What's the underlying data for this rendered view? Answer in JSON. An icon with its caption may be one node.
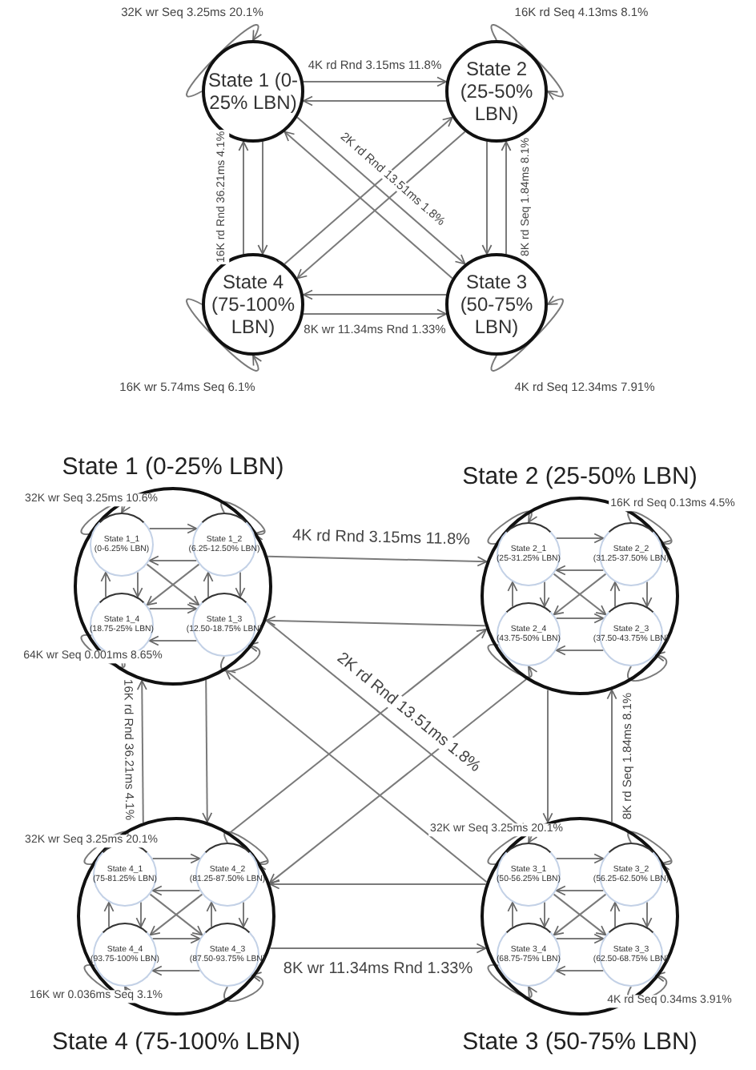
{
  "diagram": {
    "nodes": [
      {
        "text": [
          "State 1 (0-25% LBN)"
        ]
      },
      {
        "text": [
          "State 2 (25-50% LBN)"
        ]
      },
      {
        "text": [
          "State 4 (75-100% LBN)"
        ]
      },
      {
        "text": [
          "State 3 (50-75% LBN)"
        ]
      },
      {
        "text": [
          "State 1 (0-25% LBN)"
        ]
      },
      {
        "text": [
          "State 1_1",
          "(0-6.25% LBN)"
        ],
        "in": 4
      },
      {
        "text": [
          "State 1_2",
          "(6.25-12.50% LBN)"
        ],
        "in": 4
      },
      {
        "text": [
          "State 1_4",
          "(18.75-25% LBN)"
        ],
        "in": 4
      },
      {
        "text": [
          "State 1_3",
          "(12.50-18.75% LBN)"
        ],
        "in": 4
      },
      {
        "text": [
          "State 2 (25-50% LBN)"
        ]
      },
      {
        "text": [
          "State 2_1",
          "(25-31.25% LBN)"
        ],
        "in": 9
      },
      {
        "text": [
          "State 2_2",
          "(31.25-37.50% LBN)"
        ],
        "in": 9
      },
      {
        "text": [
          "State 2_4",
          "(43.75-50% LBN)"
        ],
        "in": 9
      },
      {
        "text": [
          "State 2_3",
          "(37.50-43.75% LBN)"
        ],
        "in": 9
      },
      {
        "text": [
          "State 4 (75-100% LBN)"
        ]
      },
      {
        "text": [
          "State 4_1",
          "(75-81.25% LBN)"
        ],
        "in": 14
      },
      {
        "text": [
          "State 4_2",
          "(81.25-87.50% LBN)"
        ],
        "in": 14
      },
      {
        "text": [
          "State 4_4",
          "(93.75-100% LBN)"
        ],
        "in": 14
      },
      {
        "text": [
          "State 4_3",
          "(87.50-93.75% LBN)"
        ],
        "in": 14
      },
      {
        "text": [
          "State 3 (50-75% LBN)"
        ]
      },
      {
        "text": [
          "State 3_1",
          "(50-56.25% LBN)"
        ],
        "in": 19
      },
      {
        "text": [
          "State 3_2",
          "(56.25-62.50% LBN)"
        ],
        "in": 19
      },
      {
        "text": [
          "State 3_4",
          "(68.75-75% LBN)"
        ],
        "in": 19
      },
      {
        "text": [
          "State 3_3",
          "(62.50-68.75% LBN)"
        ],
        "in": 19
      }
    ],
    "edges": [
      {
        "from": 0,
        "to": 0,
        "arrow": "to",
        "label": "32K wr Seq 3.25ms 20.1%"
      },
      {
        "from": 1,
        "to": 1,
        "arrow": "to",
        "label": "16K rd Seq 4.13ms 8.1%"
      },
      {
        "from": 0,
        "to": 1,
        "arrow": "to",
        "label": "4K rd Rnd 3.15ms 11.8%"
      },
      {
        "from": 1,
        "to": 0,
        "arrow": "to"
      },
      {
        "from": 0,
        "to": 2,
        "arrow": "to"
      },
      {
        "from": 2,
        "to": 0,
        "arrow": "to",
        "label": "16K rd Rnd 36.21ms 4.1%"
      },
      {
        "from": 0,
        "to": 3,
        "arrow": "to",
        "label": "2K rd Rnd 13.51ms 1.8%"
      },
      {
        "from": 3,
        "to": 0,
        "arrow": "to"
      },
      {
        "from": 1,
        "to": 2,
        "arrow": "to"
      },
      {
        "from": 2,
        "to": 1,
        "arrow": "to"
      },
      {
        "from": 1,
        "to": 3,
        "arrow": "to"
      },
      {
        "from": 3,
        "to": 1,
        "arrow": "to",
        "label": "8K rd Seq 1.84ms 8.1%"
      },
      {
        "from": 2,
        "to": 3,
        "arrow": "to",
        "label": "8K wr 11.34ms Rnd 1.33%"
      },
      {
        "from": 3,
        "to": 2,
        "arrow": "to"
      },
      {
        "from": 2,
        "to": 2,
        "arrow": "to",
        "label": "16K wr 5.74ms Seq 6.1%"
      },
      {
        "from": 3,
        "to": 3,
        "arrow": "to",
        "label": "4K rd Seq 12.34ms 7.91%"
      },
      {
        "from": 4,
        "to": 9,
        "arrow": "to",
        "label": "4K rd Rnd 3.15ms 11.8%"
      },
      {
        "from": 9,
        "to": 4,
        "arrow": "to"
      },
      {
        "from": 4,
        "to": 14,
        "arrow": "to"
      },
      {
        "from": 14,
        "to": 4,
        "arrow": "to",
        "label": "16K rd Rnd 36.21ms 4.1%"
      },
      {
        "from": 4,
        "to": 19,
        "arrow": "to",
        "label": "2K rd Rnd 13.51ms 1.8%"
      },
      {
        "from": 19,
        "to": 4,
        "arrow": "to"
      },
      {
        "from": 9,
        "to": 14,
        "arrow": "to"
      },
      {
        "from": 14,
        "to": 9,
        "arrow": "to"
      },
      {
        "from": 9,
        "to": 19,
        "arrow": "to"
      },
      {
        "from": 19,
        "to": 9,
        "arrow": "to",
        "label": "8K rd Seq 1.84ms 8.1%"
      },
      {
        "from": 14,
        "to": 19,
        "arrow": "to",
        "label": "8K wr 11.34ms Rnd 1.33%"
      },
      {
        "from": 19,
        "to": 14,
        "arrow": "to"
      },
      {
        "from": 5,
        "to": 6,
        "arrow": "to"
      },
      {
        "from": 6,
        "to": 5,
        "arrow": "to"
      },
      {
        "from": 5,
        "to": 7,
        "arrow": "to"
      },
      {
        "from": 7,
        "to": 5,
        "arrow": "to"
      },
      {
        "from": 6,
        "to": 8,
        "arrow": "to"
      },
      {
        "from": 8,
        "to": 6,
        "arrow": "to"
      },
      {
        "from": 7,
        "to": 8,
        "arrow": "to"
      },
      {
        "from": 8,
        "to": 7,
        "arrow": "to"
      },
      {
        "from": 5,
        "to": 8,
        "arrow": "to"
      },
      {
        "from": 6,
        "to": 7,
        "arrow": "to"
      },
      {
        "from": 5,
        "to": 5,
        "arrow": "to",
        "label": "32K wr Seq 3.25ms 10.6%"
      },
      {
        "from": 6,
        "to": 6,
        "arrow": "to"
      },
      {
        "from": 7,
        "to": 7,
        "arrow": "to",
        "label": "64K wr Seq 0.001ms 8.65%"
      },
      {
        "from": 8,
        "to": 8,
        "arrow": "to"
      },
      {
        "from": 10,
        "to": 11,
        "arrow": "to"
      },
      {
        "from": 11,
        "to": 10,
        "arrow": "to"
      },
      {
        "from": 10,
        "to": 12,
        "arrow": "to"
      },
      {
        "from": 12,
        "to": 10,
        "arrow": "to"
      },
      {
        "from": 11,
        "to": 13,
        "arrow": "to"
      },
      {
        "from": 13,
        "to": 11,
        "arrow": "to"
      },
      {
        "from": 12,
        "to": 13,
        "arrow": "to"
      },
      {
        "from": 13,
        "to": 12,
        "arrow": "to"
      },
      {
        "from": 10,
        "to": 13,
        "arrow": "to"
      },
      {
        "from": 11,
        "to": 12,
        "arrow": "to"
      },
      {
        "from": 10,
        "to": 10,
        "arrow": "to"
      },
      {
        "from": 11,
        "to": 11,
        "arrow": "to",
        "label": "16K rd Seq 0.13ms 4.5%"
      },
      {
        "from": 12,
        "to": 12,
        "arrow": "to"
      },
      {
        "from": 13,
        "to": 13,
        "arrow": "to"
      },
      {
        "from": 15,
        "to": 16,
        "arrow": "to"
      },
      {
        "from": 16,
        "to": 15,
        "arrow": "to"
      },
      {
        "from": 15,
        "to": 17,
        "arrow": "to"
      },
      {
        "from": 17,
        "to": 15,
        "arrow": "to"
      },
      {
        "from": 16,
        "to": 18,
        "arrow": "to"
      },
      {
        "from": 18,
        "to": 16,
        "arrow": "to"
      },
      {
        "from": 17,
        "to": 18,
        "arrow": "to"
      },
      {
        "from": 18,
        "to": 17,
        "arrow": "to"
      },
      {
        "from": 15,
        "to": 18,
        "arrow": "to"
      },
      {
        "from": 16,
        "to": 17,
        "arrow": "to"
      },
      {
        "from": 15,
        "to": 15,
        "arrow": "to",
        "label": "32K wr Seq 3.25ms 20.1%"
      },
      {
        "from": 16,
        "to": 16,
        "arrow": "to"
      },
      {
        "from": 17,
        "to": 17,
        "arrow": "to",
        "label": "16K wr 0.036ms Seq 3.1%"
      },
      {
        "from": 18,
        "to": 18,
        "arrow": "to"
      },
      {
        "from": 20,
        "to": 21,
        "arrow": "to"
      },
      {
        "from": 21,
        "to": 20,
        "arrow": "to"
      },
      {
        "from": 20,
        "to": 22,
        "arrow": "to"
      },
      {
        "from": 22,
        "to": 20,
        "arrow": "to"
      },
      {
        "from": 21,
        "to": 23,
        "arrow": "to"
      },
      {
        "from": 23,
        "to": 21,
        "arrow": "to"
      },
      {
        "from": 22,
        "to": 23,
        "arrow": "to"
      },
      {
        "from": 23,
        "to": 22,
        "arrow": "to"
      },
      {
        "from": 20,
        "to": 23,
        "arrow": "to"
      },
      {
        "from": 21,
        "to": 22,
        "arrow": "to"
      },
      {
        "from": 20,
        "to": 20,
        "arrow": "to",
        "label": "32K wr Seq 3.25ms 20.1%"
      },
      {
        "from": 21,
        "to": 21,
        "arrow": "to"
      },
      {
        "from": 22,
        "to": 22,
        "arrow": "to"
      },
      {
        "from": 23,
        "to": 23,
        "arrow": "to",
        "label": "4K rd Seq 0.34ms 3.91%"
      }
    ]
  }
}
